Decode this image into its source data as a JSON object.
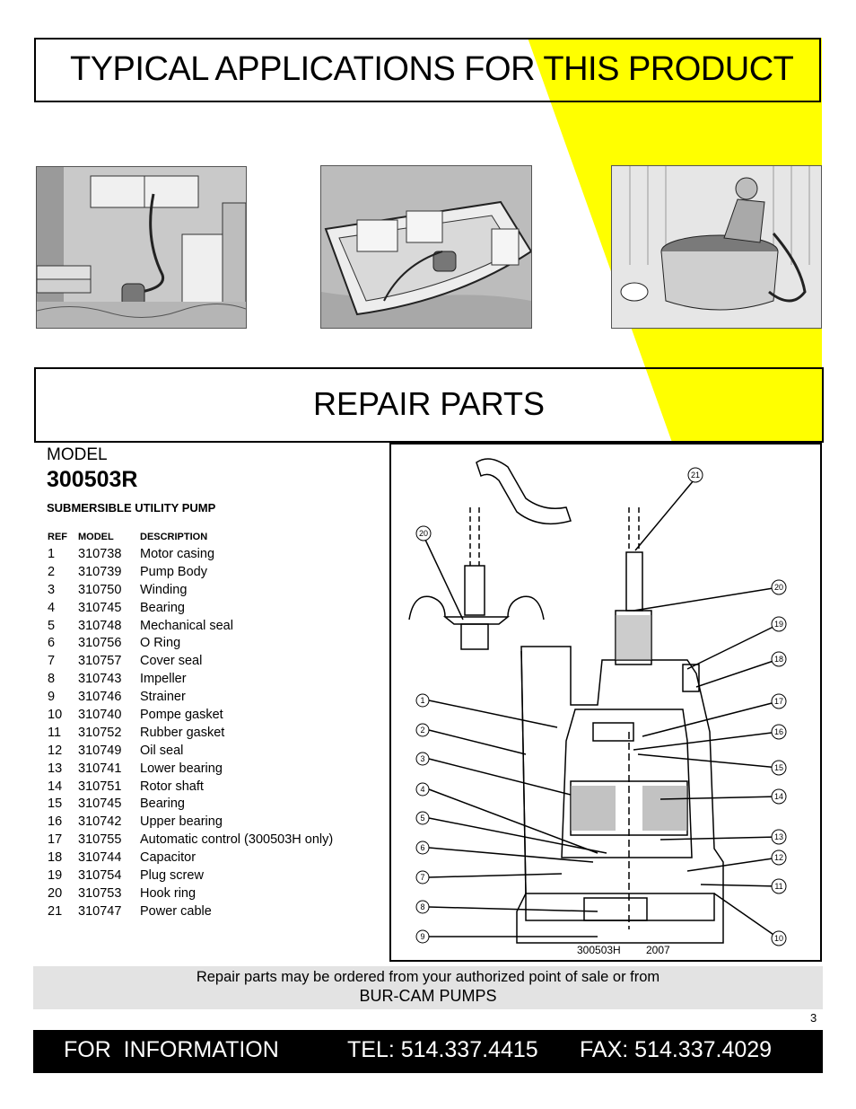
{
  "header": {
    "title": "TYPICAL APPLICATIONS FOR THIS PRODUCT"
  },
  "applications": [
    {
      "name": "basement-flood"
    },
    {
      "name": "boat-bilge"
    },
    {
      "name": "water-tank"
    }
  ],
  "repair": {
    "title": "REPAIR PARTS"
  },
  "model": {
    "label": "MODEL",
    "number": "300503R",
    "description": "SUBMERSIBLE UTILITY PUMP"
  },
  "parts": {
    "headers": {
      "ref": "REF",
      "model": "MODEL",
      "description": "DESCRIPTION"
    },
    "rows": [
      {
        "ref": "1",
        "model": "310738",
        "description": "Motor casing"
      },
      {
        "ref": "2",
        "model": "310739",
        "description": "Pump Body"
      },
      {
        "ref": "3",
        "model": "310750",
        "description": "Winding"
      },
      {
        "ref": "4",
        "model": "310745",
        "description": "Bearing"
      },
      {
        "ref": "5",
        "model": "310748",
        "description": "Mechanical seal"
      },
      {
        "ref": "6",
        "model": "310756",
        "description": "O Ring"
      },
      {
        "ref": "7",
        "model": "310757",
        "description": "Cover seal"
      },
      {
        "ref": "8",
        "model": "310743",
        "description": "Impeller"
      },
      {
        "ref": "9",
        "model": "310746",
        "description": "Strainer"
      },
      {
        "ref": "10",
        "model": "310740",
        "description": "Pompe gasket"
      },
      {
        "ref": "11",
        "model": "310752",
        "description": "Rubber gasket"
      },
      {
        "ref": "12",
        "model": "310749",
        "description": "Oil seal"
      },
      {
        "ref": "13",
        "model": "310741",
        "description": "Lower bearing"
      },
      {
        "ref": "14",
        "model": "310751",
        "description": "Rotor shaft"
      },
      {
        "ref": "15",
        "model": "310745",
        "description": "Bearing"
      },
      {
        "ref": "16",
        "model": "310742",
        "description": "Upper bearing"
      },
      {
        "ref": "17",
        "model": "310755",
        "description": "Automatic control (300503H only)"
      },
      {
        "ref": "18",
        "model": "310744",
        "description": "Capacitor"
      },
      {
        "ref": "19",
        "model": "310754",
        "description": "Plug screw"
      },
      {
        "ref": "20",
        "model": "310753",
        "description": "Hook ring"
      },
      {
        "ref": "21",
        "model": "310747",
        "description": "Power cable"
      }
    ]
  },
  "diagram": {
    "caption_model": "300503H",
    "caption_year": "2007",
    "callouts": [
      "1",
      "2",
      "3",
      "4",
      "5",
      "6",
      "7",
      "8",
      "9",
      "10",
      "11",
      "12",
      "13",
      "14",
      "15",
      "16",
      "17",
      "18",
      "19",
      "20",
      "21"
    ]
  },
  "order": {
    "line1": "Repair parts may be ordered from your authorized point of sale or from",
    "line2": "BUR-CAM PUMPS"
  },
  "page_number": "3",
  "info": {
    "label": "FOR  INFORMATION",
    "tel": "TEL: 514.337.4415",
    "fax": "FAX: 514.337.4029"
  },
  "colors": {
    "accent": "#ffff00",
    "bar": "#000000",
    "order_bg": "#e3e3e3"
  }
}
